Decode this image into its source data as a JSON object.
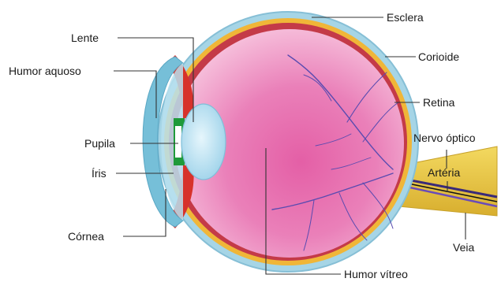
{
  "labels": {
    "esclera": "Esclera",
    "lente": "Lente",
    "humor_aquoso": "Humor aquoso",
    "corioide": "Corioide",
    "retina": "Retina",
    "nervo_optico": "Nervo óptico",
    "pupila": "Pupila",
    "arteria": "Artéria",
    "iris": "Íris",
    "cornea": "Córnea",
    "veia": "Veia",
    "humor_vitreo": "Humor vítreo"
  },
  "colors": {
    "sclera": "#9ccfe0",
    "choroid": "#f0b638",
    "retina": "#c43a48",
    "vitreous": "#f2a0c8",
    "vitreous_center": "#e06aaa",
    "vessels": "#5a4bb0",
    "lens": "#bfe3f3",
    "cornea": "#76bfd8",
    "iris": "#d7322b",
    "pupil": "#1f9a3a",
    "nerve": "#e8c640",
    "text": "#1a1a1a"
  }
}
